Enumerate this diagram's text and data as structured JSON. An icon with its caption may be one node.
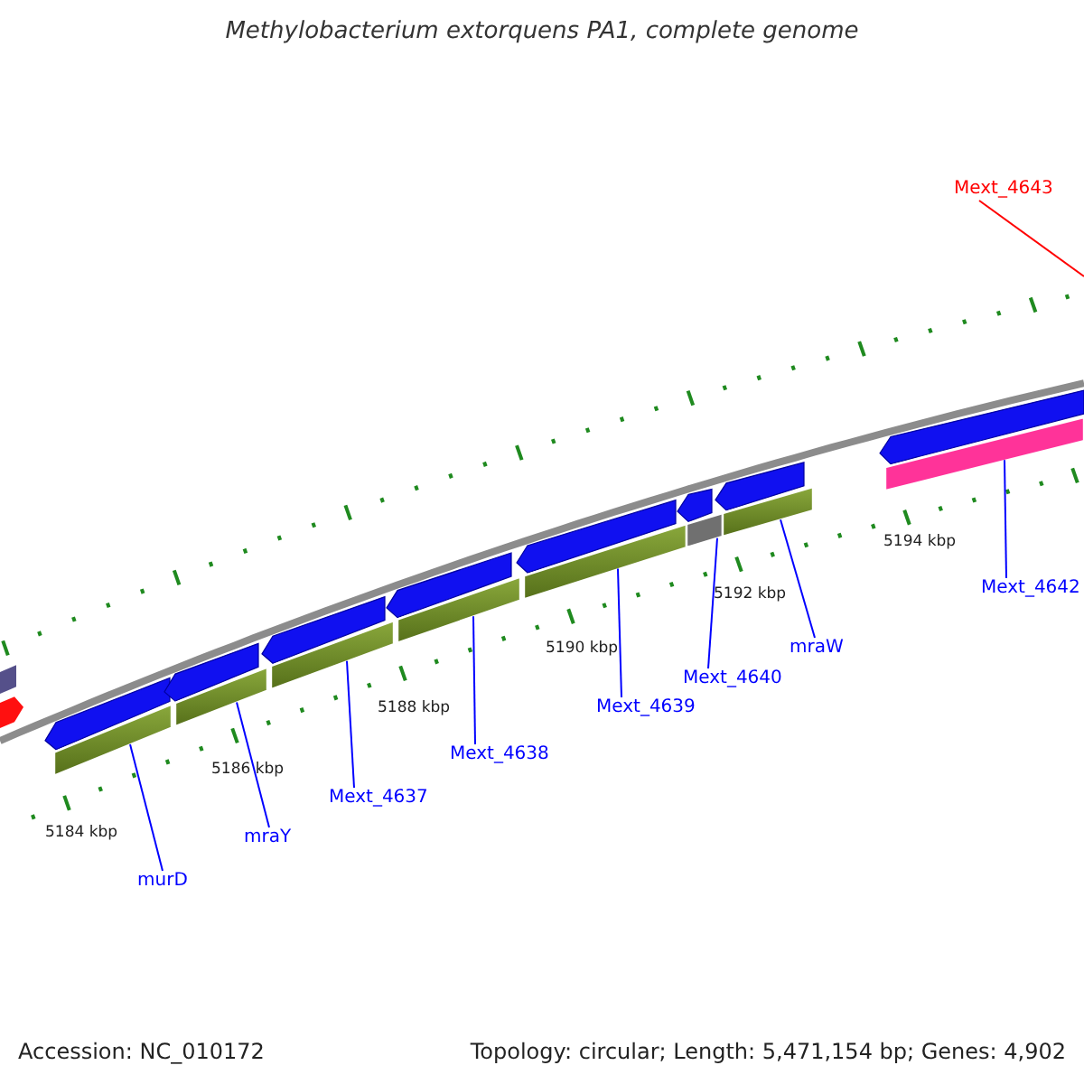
{
  "diagram": {
    "title": "Methylobacterium extorquens PA1, complete genome",
    "nodes": [
      {
        "text": [
          "murD"
        ]
      },
      {
        "text": [
          "mraY"
        ]
      },
      {
        "text": [
          "Mext_4637"
        ]
      },
      {
        "text": [
          "Mext_4638"
        ]
      },
      {
        "text": [
          "Mext_4639"
        ]
      },
      {
        "text": [
          "Mext_4640"
        ]
      },
      {
        "text": [
          "mraW"
        ]
      },
      {
        "text": [
          "Mext_4642"
        ]
      },
      {
        "text": [
          "Mext_4643"
        ]
      },
      {
        "text": [],
        "shape": "bar"
      },
      {
        "text": [],
        "shape": "bar"
      },
      {
        "text": [],
        "shape": "bar"
      },
      {
        "text": [],
        "shape": "bar"
      },
      {
        "text": [],
        "shape": "bar"
      },
      {
        "text": [],
        "shape": "bar"
      },
      {
        "text": [],
        "shape": "bar"
      },
      {
        "text": [],
        "shape": "bar"
      }
    ],
    "edges": [
      {
        "from": 0,
        "to": 9,
        "arrow": "none"
      },
      {
        "from": 1,
        "to": 10,
        "arrow": "none"
      },
      {
        "from": 2,
        "to": 11,
        "arrow": "none"
      },
      {
        "from": 3,
        "to": 12,
        "arrow": "none"
      },
      {
        "from": 4,
        "to": 13,
        "arrow": "none"
      },
      {
        "from": 5,
        "to": 14,
        "arrow": "none"
      },
      {
        "from": 6,
        "to": 15,
        "arrow": "none"
      },
      {
        "from": 7,
        "to": 16,
        "arrow": "none"
      },
      {
        "from": 8,
        "to": null,
        "arrow": "none",
        "color": "#ff0000"
      }
    ],
    "labels": [
      "5184 kbp",
      "5186 kbp",
      "5188 kbp",
      "5190 kbp",
      "5192 kbp",
      "5194 kbp",
      "Accession: NC_010172",
      "Topology: circular; Length: 5,471,154 bp; Genes: 4,902"
    ]
  }
}
